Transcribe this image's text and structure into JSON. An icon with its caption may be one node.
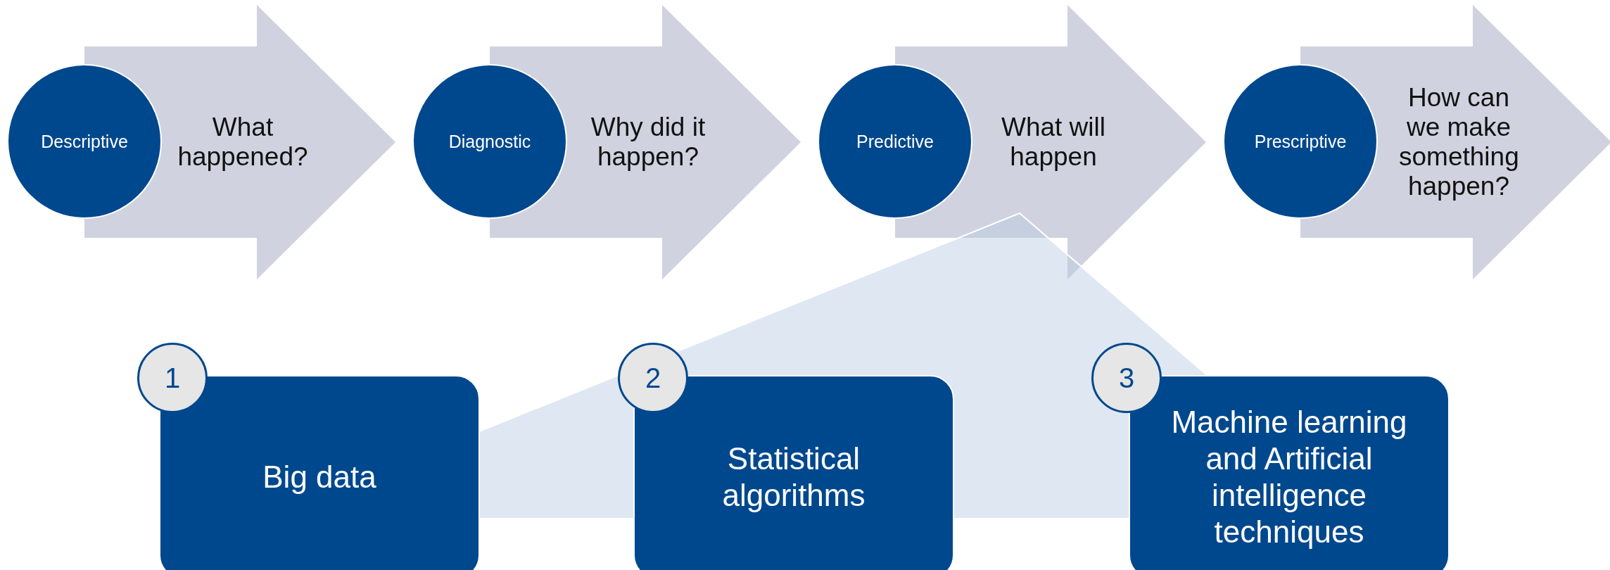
{
  "diagram": {
    "nodes": [
      {
        "text": [
          "Descriptive"
        ]
      },
      {
        "text": [
          "What happened?"
        ]
      },
      {
        "text": [
          "Diagnostic"
        ]
      },
      {
        "text": [
          "Why did it happen?"
        ]
      },
      {
        "text": [
          "Predictive"
        ]
      },
      {
        "text": [
          "What will happen"
        ]
      },
      {
        "text": [
          "Prescriptive"
        ]
      },
      {
        "text": [
          "How can we make something happen?"
        ]
      },
      {
        "text": [
          "1"
        ]
      },
      {
        "text": [
          "Big data"
        ]
      },
      {
        "text": [
          "2"
        ]
      },
      {
        "text": [
          "Statistical algorithms"
        ]
      },
      {
        "text": [
          "3"
        ]
      },
      {
        "text": [
          "Machine learning and Artificial intelligence techniques"
        ]
      }
    ],
    "edges": []
  }
}
